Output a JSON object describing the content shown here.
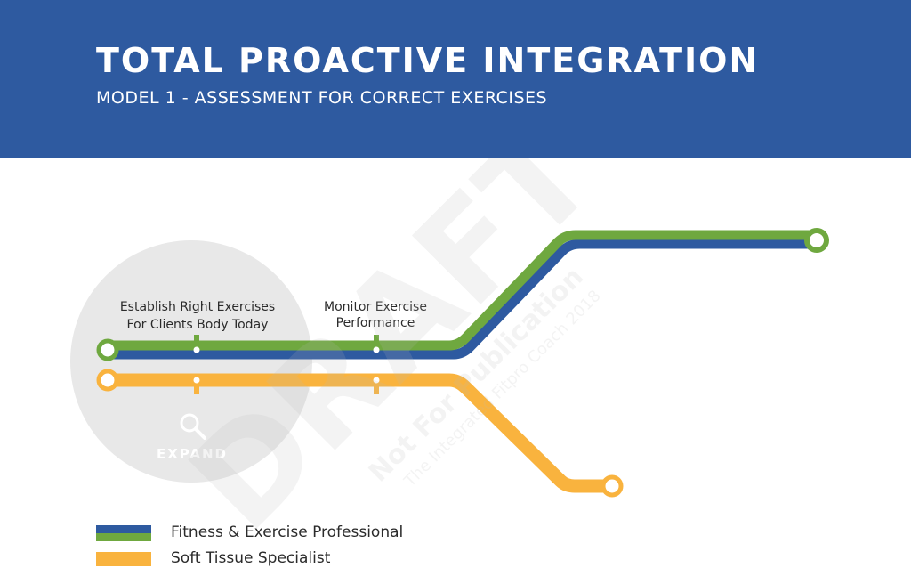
{
  "header": {
    "title": "TOTAL PROACTIVE INTEGRATION",
    "subtitle": "MODEL 1 - ASSESSMENT FOR CORRECT EXERCISES"
  },
  "stations": [
    {
      "line1": "Establish Right Exercises",
      "line2": "For Clients Body Today"
    },
    {
      "line1": "Monitor Exercise",
      "line2": "Performance"
    }
  ],
  "expand": {
    "label": "EXPAND",
    "icon": "search-icon"
  },
  "watermark": {
    "main": "DRAFT",
    "line1": "Not For Publication",
    "line2": "The Integrated Fitpro Coach 2018"
  },
  "legend": [
    {
      "label": "Fitness & Exercise Professional",
      "colors": [
        "#2e5aa0",
        "#6fa83f"
      ]
    },
    {
      "label": "Soft Tissue Specialist",
      "colors": [
        "#f9b33e"
      ]
    }
  ],
  "colors": {
    "banner": "#2e5aa0",
    "blue": "#2e5aa0",
    "green": "#6fa83f",
    "orange": "#f9b33e"
  }
}
